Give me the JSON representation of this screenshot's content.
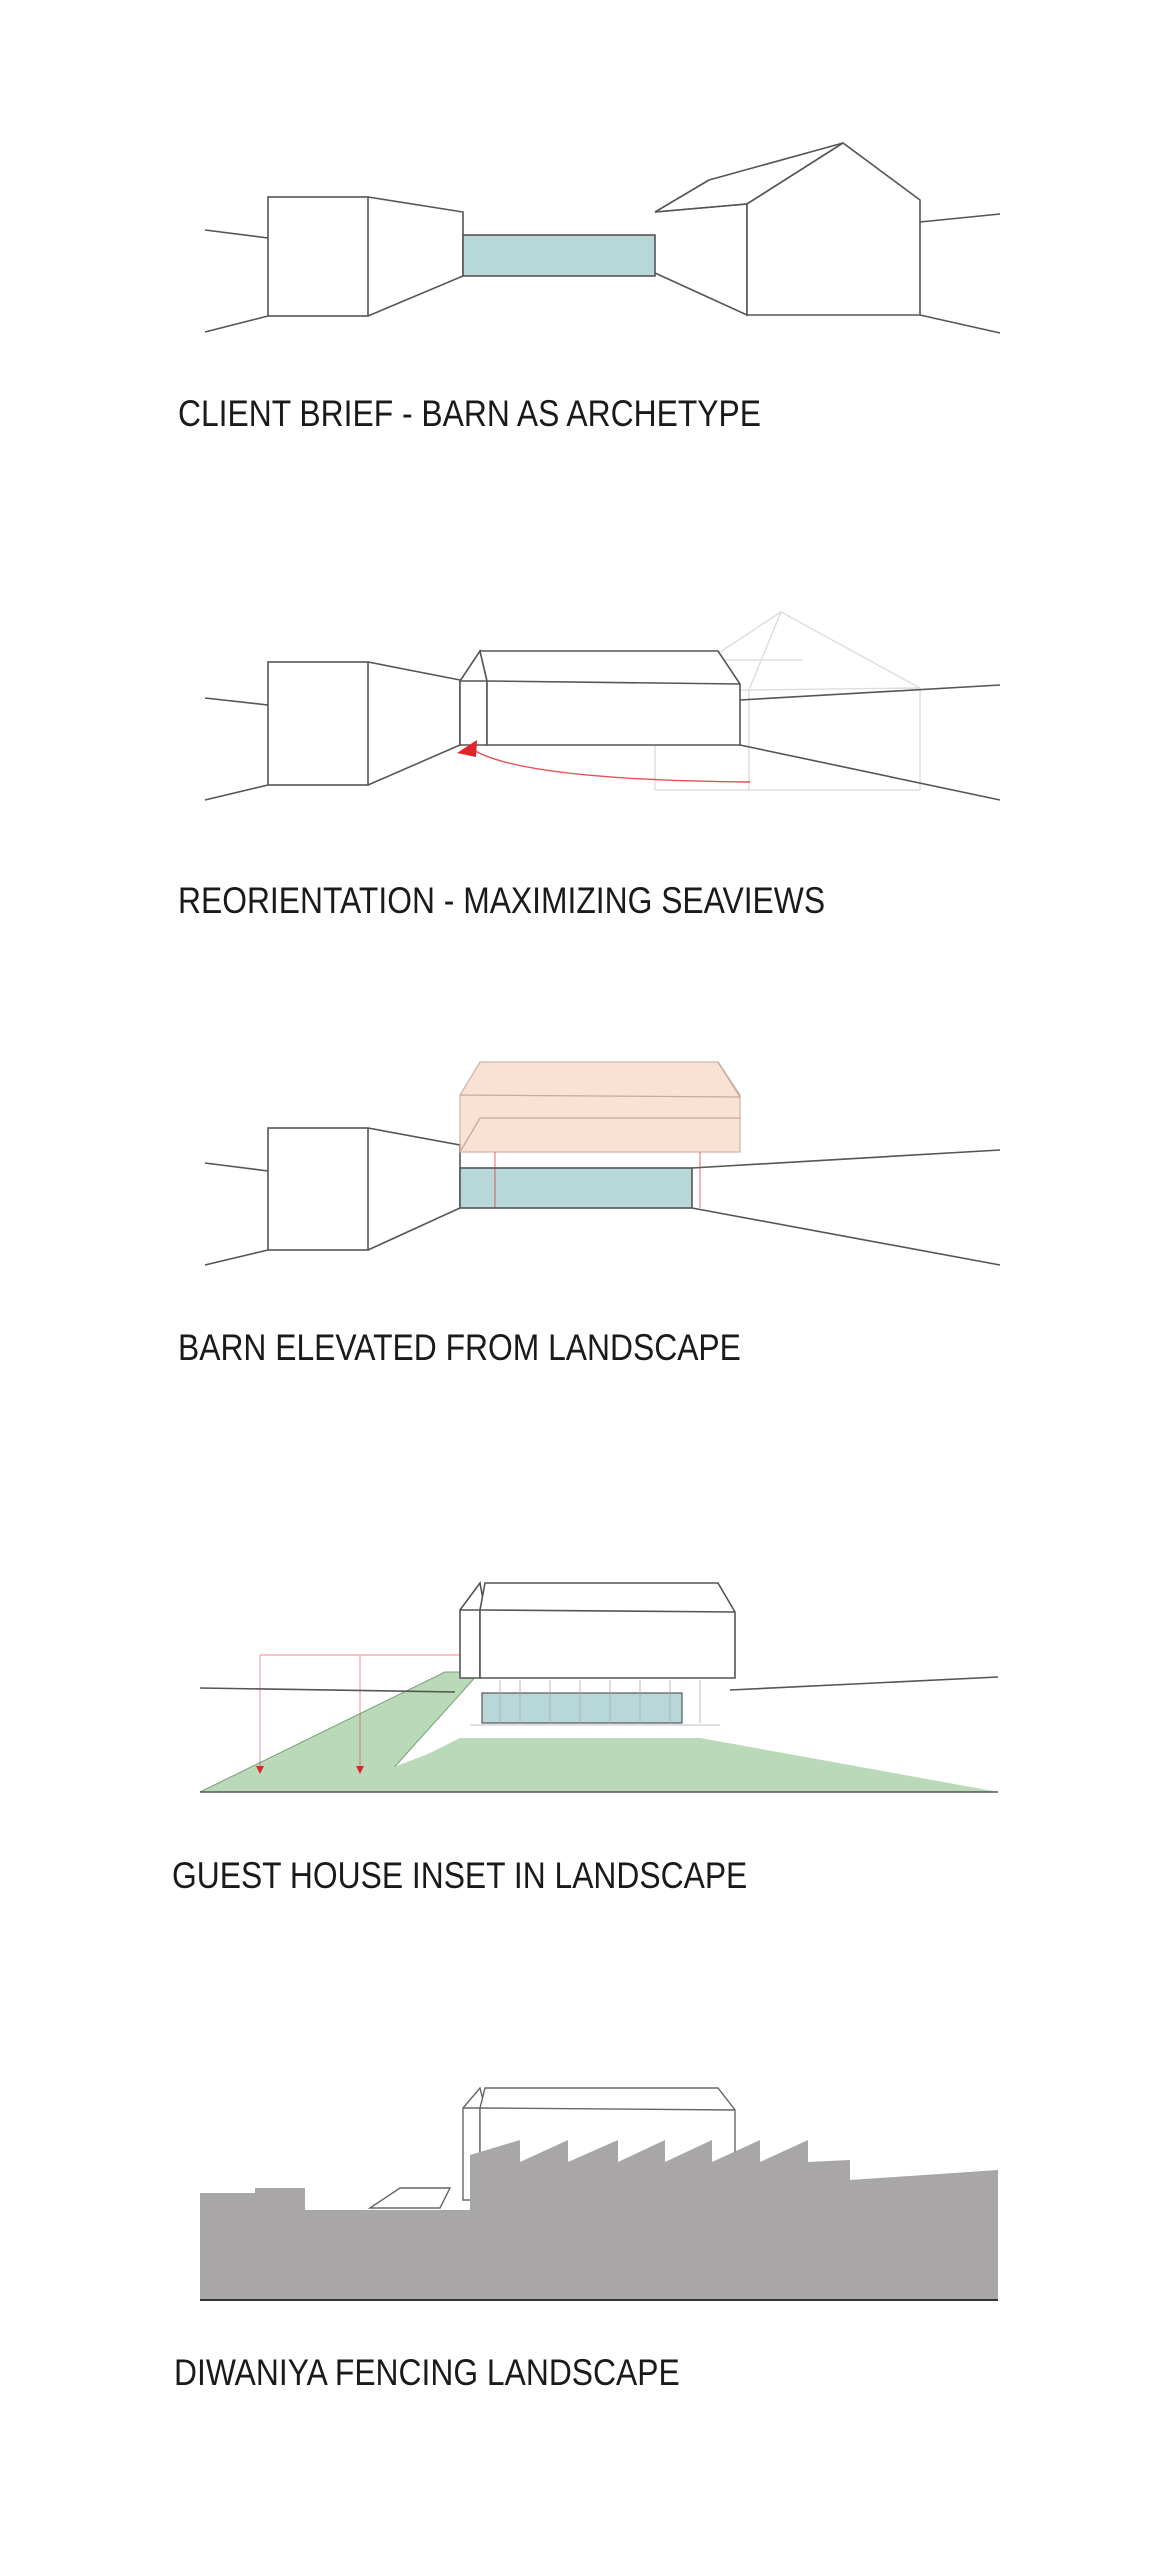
{
  "diagrams": [
    {
      "caption": "CLIENT BRIEF - BARN AS ARCHETYPE"
    },
    {
      "caption": "REORIENTATION - MAXIMIZING SEAVIEWS"
    },
    {
      "caption": "BARN ELEVATED FROM LANDSCAPE"
    },
    {
      "caption": "GUEST HOUSE INSET IN LANDSCAPE"
    },
    {
      "caption": "DIWANIYA FENCING LANDSCAPE"
    }
  ],
  "colors": {
    "line": "#555555",
    "faint_line": "#cccccc",
    "water": "#b8d7d8",
    "barn_fill": "#f9dccd",
    "barn_stroke": "#c9a99a",
    "landscape_green": "#b9d9b8",
    "arrow_red": "#e0242a",
    "fence_gray": "#a9a6a7"
  }
}
